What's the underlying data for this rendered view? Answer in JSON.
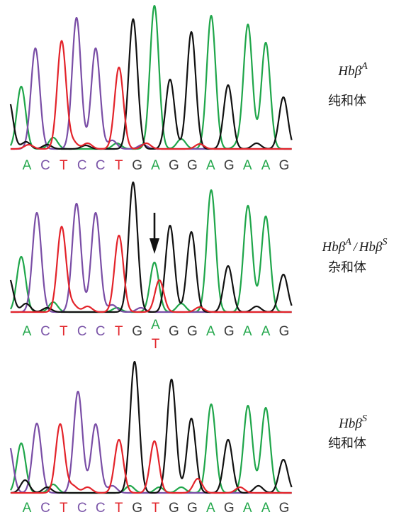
{
  "base_colors": {
    "A": "#1fa64a",
    "C": "#7a4ea6",
    "G": "#111111",
    "T": "#e3232a"
  },
  "letter_colors": {
    "A": "#25a84d",
    "C": "#7b55a8",
    "G": "#3b3b3b",
    "T": "#e2272d"
  },
  "chart_data": [
    {
      "type": "line",
      "bases": [
        "A",
        "C",
        "T",
        "C",
        "C",
        "T",
        "G",
        "A",
        "G",
        "G",
        "A",
        "G",
        "A",
        "A",
        "G"
      ],
      "traces": {
        "A": [
          [
            -0.31,
            88
          ],
          [
            6.94,
            202
          ],
          [
            10.03,
            188
          ],
          [
            12.03,
            175
          ],
          [
            13.0,
            150
          ],
          [
            1.43,
            16
          ],
          [
            8.4,
            14
          ],
          [
            4.9,
            8
          ],
          [
            11.5,
            6
          ]
        ],
        "C": [
          [
            0.46,
            142
          ],
          [
            2.7,
            185
          ],
          [
            3.74,
            142
          ],
          [
            4.65,
            12
          ],
          [
            6.3,
            6
          ]
        ],
        "G": [
          [
            -1.0,
            70
          ],
          [
            5.78,
            183
          ],
          [
            7.79,
            98
          ],
          [
            8.95,
            165
          ],
          [
            10.95,
            90
          ],
          [
            13.96,
            73
          ],
          [
            -0.05,
            10
          ],
          [
            1.1,
            6
          ],
          [
            3.2,
            5
          ],
          [
            12.5,
            8
          ]
        ],
        "T": [
          [
            1.89,
            152
          ],
          [
            5.01,
            115
          ],
          [
            2.5,
            10
          ],
          [
            3.3,
            8
          ],
          [
            6.5,
            8
          ],
          [
            9.4,
            7
          ],
          [
            0.1,
            6
          ]
        ]
      },
      "label": {
        "gene": "Hbβ",
        "allele": "A",
        "zygosity": "纯和体"
      }
    },
    {
      "type": "line",
      "bases": [
        "A",
        "C",
        "T",
        "C",
        "C",
        "T",
        "G",
        [
          "A",
          "T"
        ],
        "G",
        "G",
        "A",
        "G",
        "A",
        "A",
        "G"
      ],
      "arrow_base": 7,
      "traces": {
        "A": [
          [
            -0.31,
            78
          ],
          [
            6.94,
            70
          ],
          [
            10.03,
            172
          ],
          [
            12.03,
            150
          ],
          [
            13.0,
            135
          ],
          [
            1.43,
            14
          ],
          [
            8.4,
            12
          ],
          [
            4.9,
            6
          ]
        ],
        "C": [
          [
            0.54,
            140
          ],
          [
            2.7,
            153
          ],
          [
            3.74,
            140
          ],
          [
            4.65,
            10
          ],
          [
            6.2,
            6
          ]
        ],
        "G": [
          [
            -1.0,
            50
          ],
          [
            5.78,
            183
          ],
          [
            7.79,
            122
          ],
          [
            8.95,
            113
          ],
          [
            10.95,
            65
          ],
          [
            13.96,
            53
          ],
          [
            -0.05,
            12
          ],
          [
            1.1,
            6
          ],
          [
            12.5,
            8
          ]
        ],
        "T": [
          [
            1.89,
            120
          ],
          [
            5.01,
            108
          ],
          [
            7.21,
            45
          ],
          [
            2.5,
            10
          ],
          [
            3.3,
            8
          ],
          [
            9.4,
            7
          ]
        ]
      },
      "label": {
        "gene": "Hbβ",
        "allele": "A",
        "separator": "/",
        "gene2": "Hbβ",
        "allele2": "S",
        "zygosity": "杂和体"
      }
    },
    {
      "type": "line",
      "bases": [
        "A",
        "C",
        "T",
        "C",
        "C",
        "T",
        "G",
        "T",
        "G",
        "G",
        "A",
        "G",
        "A",
        "A",
        "G"
      ],
      "traces": {
        "A": [
          [
            -0.31,
            70
          ],
          [
            10.03,
            125
          ],
          [
            12.03,
            123
          ],
          [
            13.0,
            120
          ],
          [
            1.43,
            12
          ],
          [
            5.6,
            10
          ],
          [
            7.2,
            8
          ],
          [
            8.4,
            8
          ]
        ],
        "C": [
          [
            -1.0,
            70
          ],
          [
            0.54,
            98
          ],
          [
            2.78,
            143
          ],
          [
            3.74,
            97
          ],
          [
            4.65,
            10
          ]
        ],
        "G": [
          [
            5.86,
            185
          ],
          [
            7.87,
            160
          ],
          [
            8.95,
            105
          ],
          [
            10.95,
            75
          ],
          [
            13.96,
            47
          ],
          [
            -0.1,
            18
          ],
          [
            1.1,
            8
          ],
          [
            12.6,
            10
          ]
        ],
        "T": [
          [
            1.81,
            97
          ],
          [
            5.01,
            75
          ],
          [
            6.94,
            73
          ],
          [
            2.5,
            10
          ],
          [
            3.3,
            8
          ],
          [
            9.3,
            20
          ],
          [
            11.6,
            8
          ]
        ]
      },
      "label": {
        "gene": "Hbβ",
        "allele": "S",
        "zygosity": "纯和体"
      }
    }
  ]
}
